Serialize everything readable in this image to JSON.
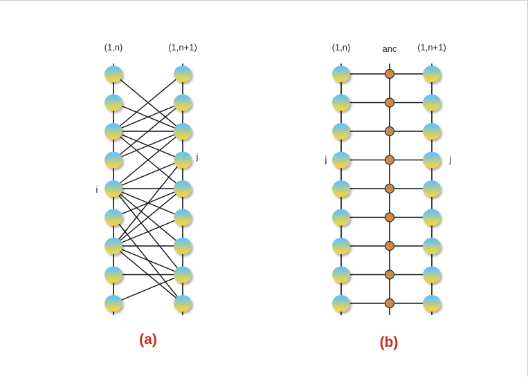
{
  "colors": {
    "node_top": "#6fc3ea",
    "node_bottom": "#e9d44a",
    "anc_fill": "#c98a52",
    "caption": "#c0311e",
    "line": "#111111"
  },
  "panel_a": {
    "left_label": "(1,n)",
    "right_label": "(1,n+1)",
    "i_label": "i",
    "j_label": "j",
    "caption": "(a)",
    "left_nodes": 9,
    "right_nodes": 9,
    "edges": [
      [
        0,
        2
      ],
      [
        1,
        2
      ],
      [
        2,
        0
      ],
      [
        2,
        1
      ],
      [
        2,
        2
      ],
      [
        2,
        3
      ],
      [
        2,
        4
      ],
      [
        3,
        1
      ],
      [
        3,
        2
      ],
      [
        4,
        2
      ],
      [
        4,
        3
      ],
      [
        4,
        4
      ],
      [
        4,
        5
      ],
      [
        4,
        6
      ],
      [
        4,
        7
      ],
      [
        5,
        4
      ],
      [
        5,
        8
      ],
      [
        6,
        3
      ],
      [
        6,
        4
      ],
      [
        6,
        5
      ],
      [
        6,
        6
      ],
      [
        6,
        7
      ],
      [
        6,
        8
      ],
      [
        7,
        7
      ],
      [
        8,
        7
      ]
    ]
  },
  "panel_b": {
    "left_label": "(1,n)",
    "mid_label": "anc",
    "right_label": "(1,n+1)",
    "j_left_label": "j",
    "j_right_label": "j",
    "caption": "(b)",
    "rows": 9
  }
}
